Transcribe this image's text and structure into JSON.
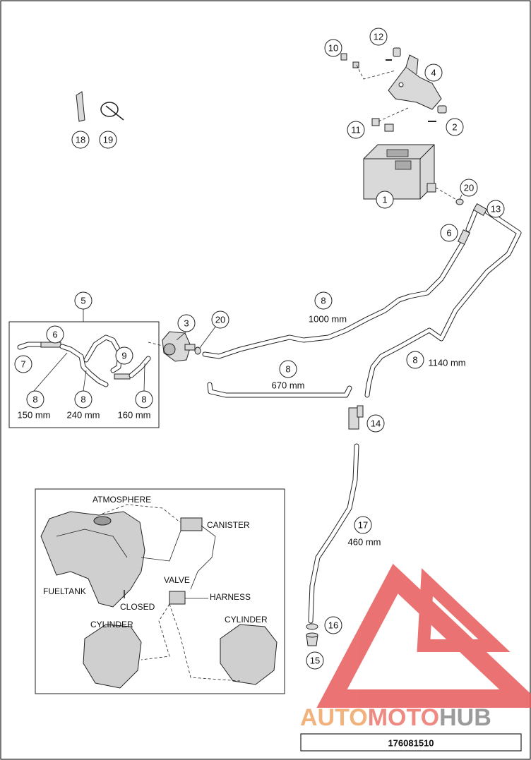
{
  "callouts": [
    "1",
    "2",
    "3",
    "4",
    "5",
    "6",
    "7",
    "8",
    "9",
    "10",
    "11",
    "12",
    "13",
    "14",
    "15",
    "16",
    "17",
    "18",
    "19",
    "20"
  ],
  "lengths": {
    "hose_1000": "1000 mm",
    "hose_1140": "1140 mm",
    "hose_670": "670 mm",
    "hose_460": "460 mm",
    "hose_150": "150 mm",
    "hose_240": "240 mm",
    "hose_160": "160 mm"
  },
  "schematic": {
    "atmosphere": "ATMOSPHERE",
    "canister": "CANISTER",
    "fueltank": "FUELTANK",
    "valve": "VALVE",
    "harness": "HARNESS",
    "closed": "CLOSED",
    "cylinder_left": "CYLINDER",
    "cylinder_right": "CYLINDER"
  },
  "watermark": {
    "part1": "AUTO",
    "part2": "MOTO",
    "part3": "HUB",
    "colors": [
      "#f2b27c",
      "#ef8a82",
      "#9b9b9b"
    ]
  },
  "drawing_number": "176081510",
  "colors": {
    "line": "#222222",
    "watermark_red": "#e85a5a"
  }
}
